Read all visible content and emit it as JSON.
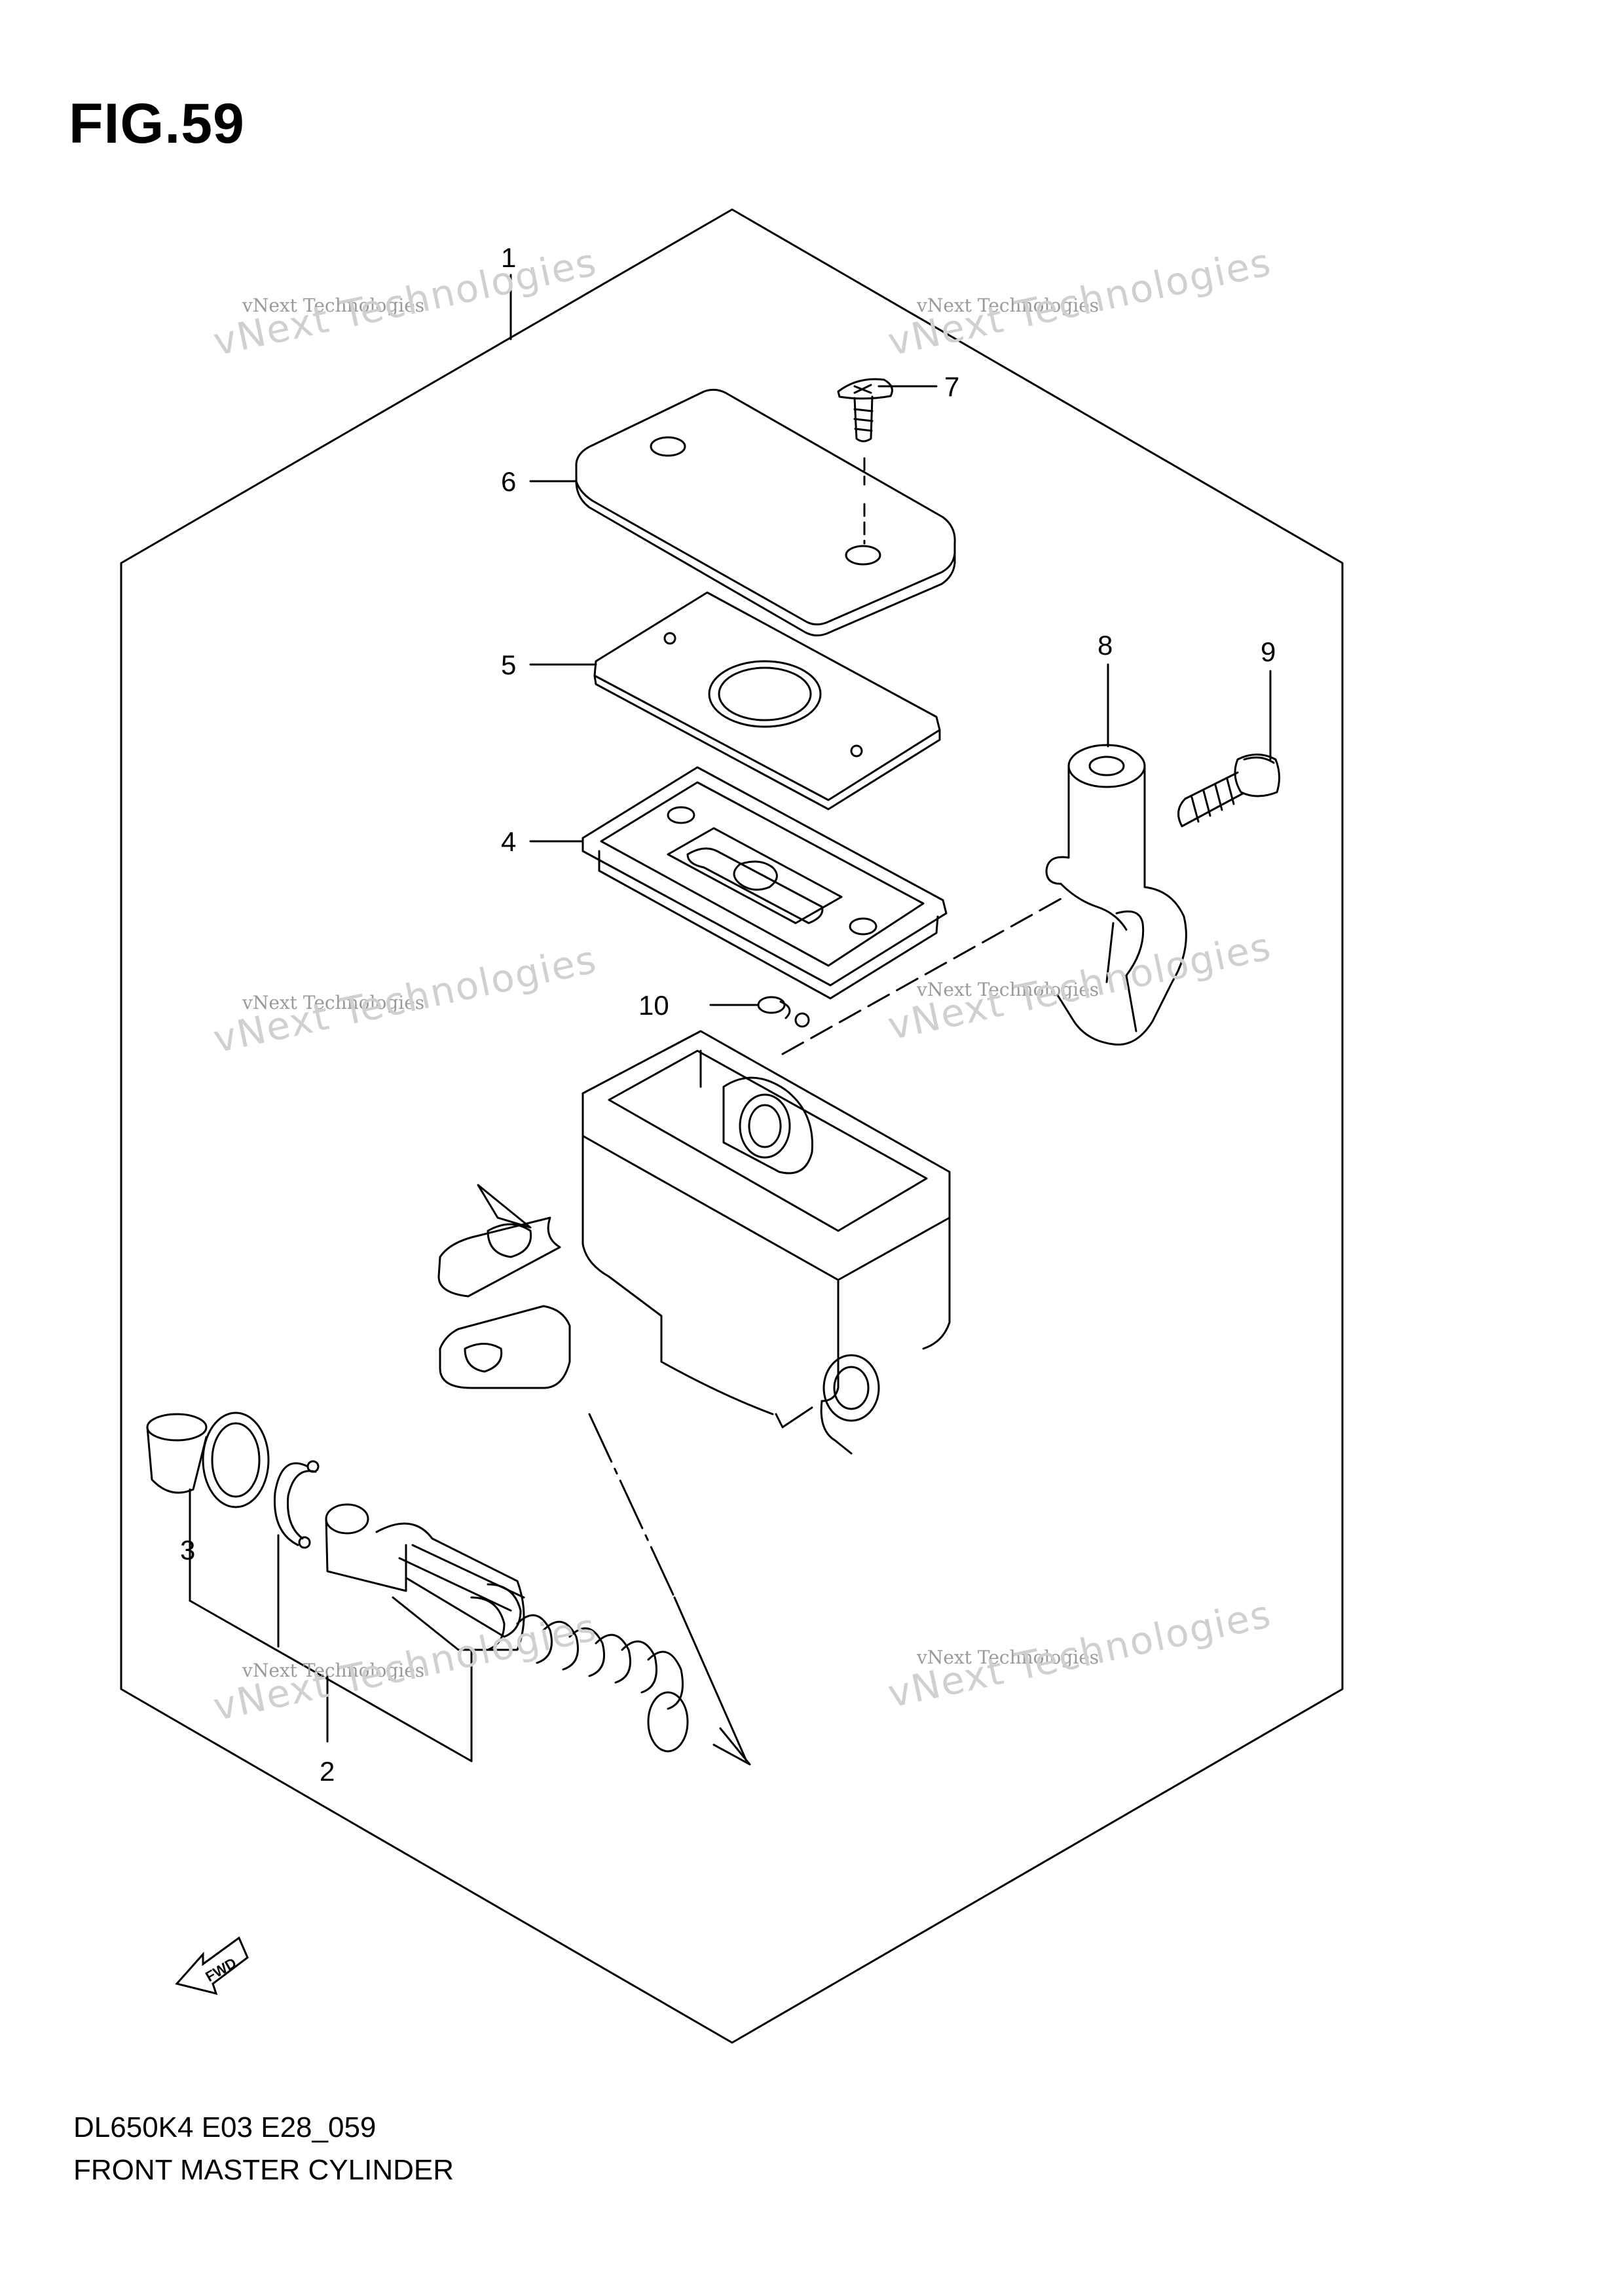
{
  "figure": {
    "title": "FIG.59",
    "model_code": "DL650K4 E03 E28_059",
    "name": "FRONT MASTER CYLINDER"
  },
  "callouts": [
    "1",
    "2",
    "3",
    "4",
    "5",
    "6",
    "7",
    "8",
    "9",
    "10"
  ],
  "fwd_label": "FWD",
  "watermark": {
    "line": "vNext Technologies",
    "big": "vNext Technologies"
  },
  "colors": {
    "ink": "#000000",
    "watermark": "#9a9a9a"
  }
}
